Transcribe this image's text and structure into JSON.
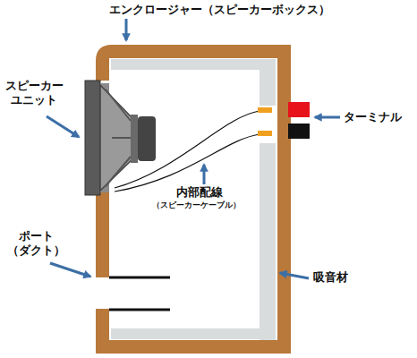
{
  "diagram": {
    "labels": [
      "エンクロージャー（スピーカーボックス）",
      "スピーカー ユニット",
      "ターミナル",
      "内部配線",
      "（スピーカーケーブル）",
      "ポート （ダクト）",
      "吸音材"
    ]
  }
}
